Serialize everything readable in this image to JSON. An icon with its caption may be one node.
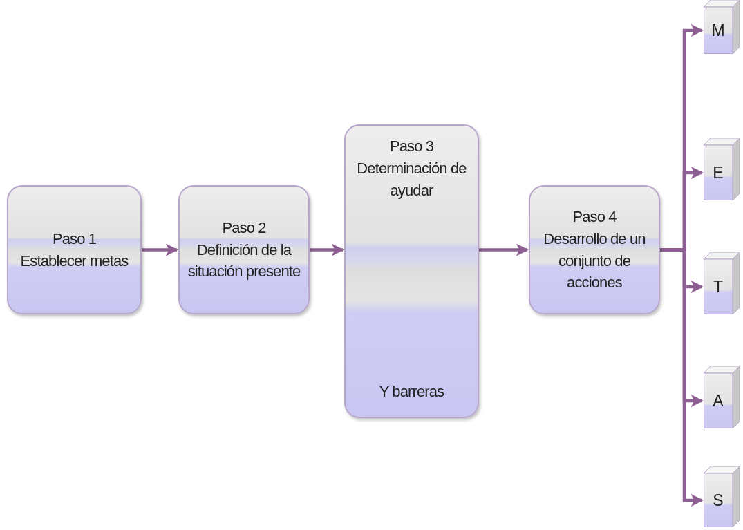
{
  "diagram": {
    "nodes": [
      {
        "text": [
          "Paso 1",
          "Establecer metas"
        ]
      },
      {
        "text": [
          "Paso 2",
          "Definición de la situación presente"
        ]
      },
      {
        "text": [
          "Paso 3",
          "Determinación de ayudar",
          "Y barreras"
        ]
      },
      {
        "text": [
          "Paso 4",
          "Desarrollo de un conjunto de acciones"
        ]
      },
      {
        "text": [
          "M"
        ]
      },
      {
        "text": [
          "E"
        ]
      },
      {
        "text": [
          "T"
        ]
      },
      {
        "text": [
          "A"
        ]
      },
      {
        "text": [
          "S"
        ]
      }
    ],
    "edges": [
      {
        "from": 0,
        "to": 1,
        "arrow": "to"
      },
      {
        "from": 1,
        "to": 2,
        "arrow": "to"
      },
      {
        "from": 2,
        "to": 3,
        "arrow": "to"
      },
      {
        "from": 3,
        "to": 4,
        "arrow": "to"
      },
      {
        "from": 3,
        "to": 5,
        "arrow": "to"
      },
      {
        "from": 3,
        "to": 6,
        "arrow": "to"
      },
      {
        "from": 3,
        "to": 7,
        "arrow": "to"
      },
      {
        "from": 3,
        "to": 8,
        "arrow": "to"
      }
    ]
  }
}
